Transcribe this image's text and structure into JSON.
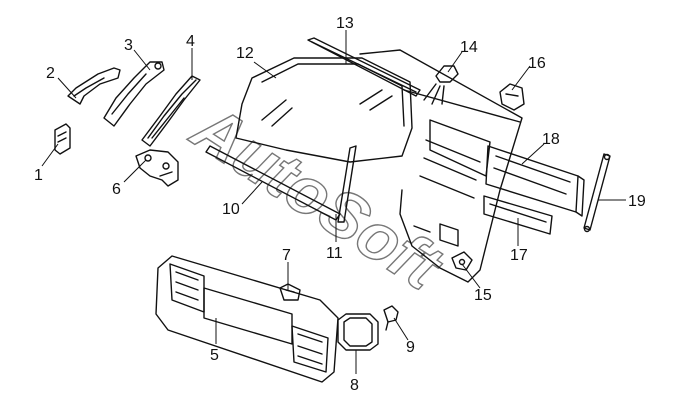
{
  "diagram": {
    "watermark": "AutoSoft",
    "callouts": [
      "1",
      "2",
      "3",
      "4",
      "5",
      "6",
      "7",
      "8",
      "9",
      "10",
      "11",
      "12",
      "13",
      "14",
      "15",
      "16",
      "17",
      "18",
      "19"
    ]
  }
}
